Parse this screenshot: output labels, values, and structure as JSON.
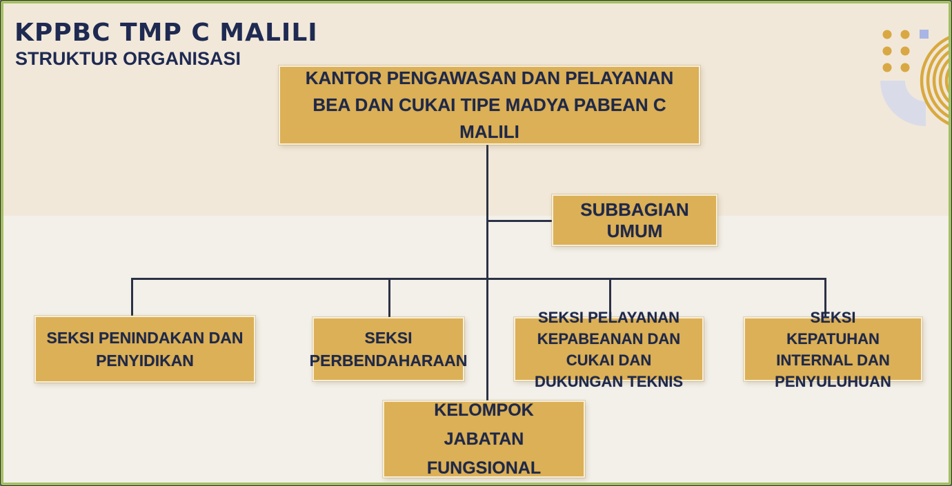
{
  "header": {
    "title": "KPPBC TMP C MALILI",
    "subtitle": "STRUKTUR ORGANISASI"
  },
  "org_chart": {
    "type": "org-hierarchy",
    "root": {
      "label": "KANTOR PENGAWASAN DAN PELAYANAN BEA DAN CUKAI TIPE MADYA PABEAN C MALILI"
    },
    "staff_unit": {
      "label": "SUBBAGIAN UMUM"
    },
    "sections": [
      {
        "label": "SEKSI PENINDAKAN DAN PENYIDIKAN"
      },
      {
        "label": "SEKSI PERBENDAHARAAN"
      },
      {
        "label": "SEKSI PELAYANAN KEPABEANAN DAN CUKAI DAN DUKUNGAN TEKNIS"
      },
      {
        "label": "SEKSI KEPATUHAN INTERNAL DAN PENYULUHUAN"
      }
    ],
    "functional_group": {
      "label": "KELOMPOK JABATAN FUNGSIONAL"
    }
  },
  "colors": {
    "box_fill": "#dcb056",
    "box_text": "#1e2849",
    "title_text": "#1f2a52",
    "connector": "#2b3144",
    "frame_green": "#a3bf63",
    "bg_top_band": "#f1e8da",
    "bg_bottom": "#f3f0ea",
    "deco_dot_gold": "#d9a843",
    "deco_square_lavender": "#a9b5e5",
    "deco_arc_gray": "#d9dce8"
  }
}
